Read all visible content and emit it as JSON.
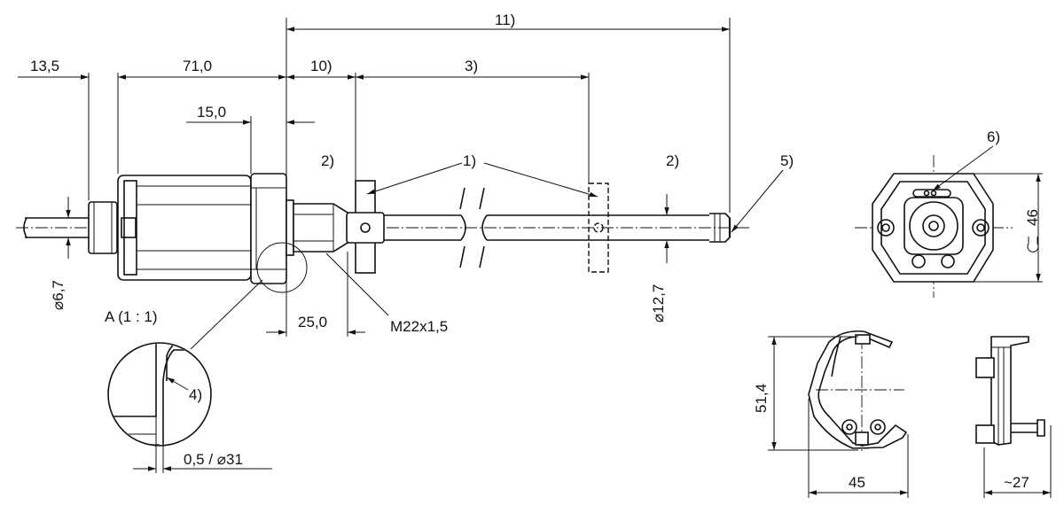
{
  "dimensions": {
    "d_13_5": "13,5",
    "d_71_0": "71,0",
    "d_15_0": "15,0",
    "d_10": "10)",
    "d_3": "3)",
    "d_11": "11)",
    "d_25_0": "25,0",
    "d_phi_6_7": "⌀6,7",
    "d_phi_12_7": "⌀12,7",
    "d_0_5_phi_31": "0,5 / ⌀31",
    "d_45": "45",
    "d_27": "~27",
    "d_51_4": "51,4",
    "d_46": "46"
  },
  "callouts": {
    "c1": "1)",
    "c2_left": "2)",
    "c2_right": "2)",
    "c4": "4)",
    "c5": "5)",
    "c6": "6)"
  },
  "labels": {
    "thread": "M22x1,5",
    "detail_a": "A  (1 : 1)",
    "wrench_symbol": "wrench-icon"
  }
}
